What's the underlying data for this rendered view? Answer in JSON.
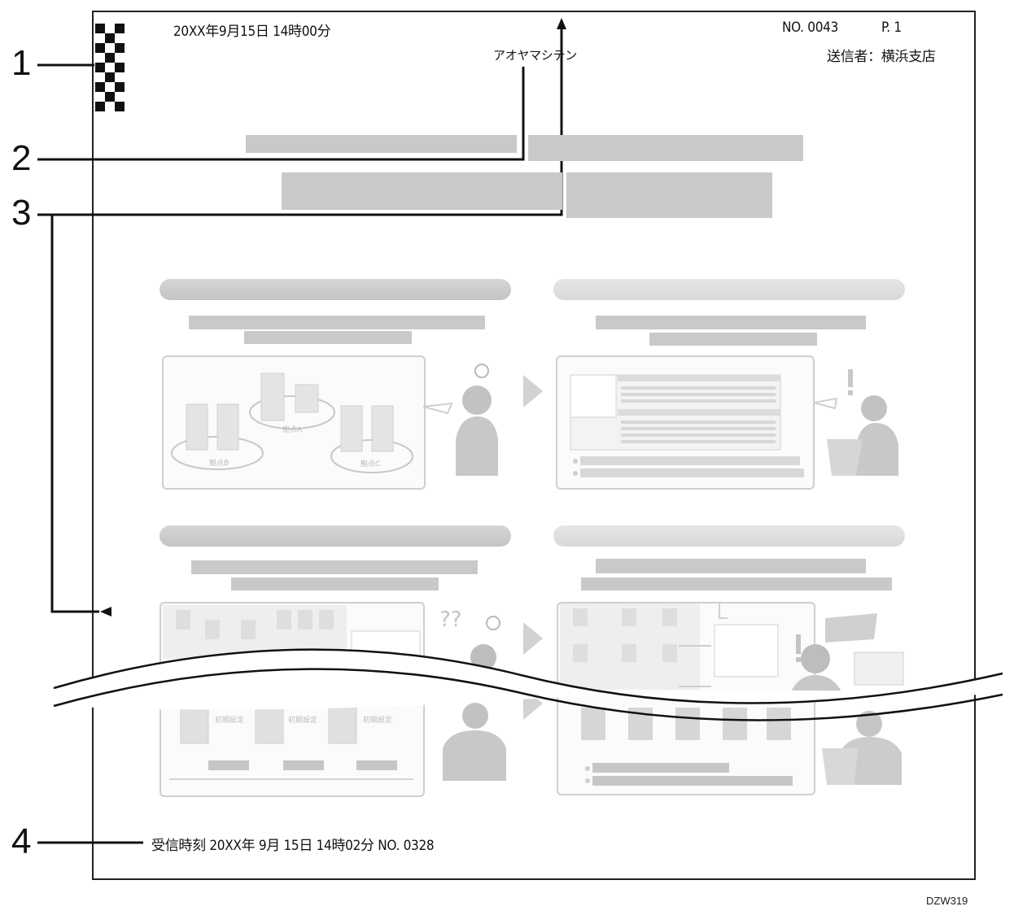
{
  "callouts": [
    "1",
    "2",
    "3",
    "4"
  ],
  "header": {
    "datetime": "20XX年9月15日 14時00分",
    "sender_id": "アオヤマシテン",
    "doc_no": "NO. 0043",
    "page": "P.  1",
    "sender": "送信者：横浜支店"
  },
  "figure_labels": {
    "site_a": "拠点A",
    "site_b": "拠点B",
    "site_c": "拠点C",
    "initial_setup": "初期設定"
  },
  "footer": {
    "received": "受信時刻  20XX年 9月 15日 14時02分 NO. 0328"
  },
  "figure_code": "DZW319",
  "colors": {
    "frame": "#222222",
    "faded_content": "#c9c9c9",
    "checker": "#111111"
  }
}
